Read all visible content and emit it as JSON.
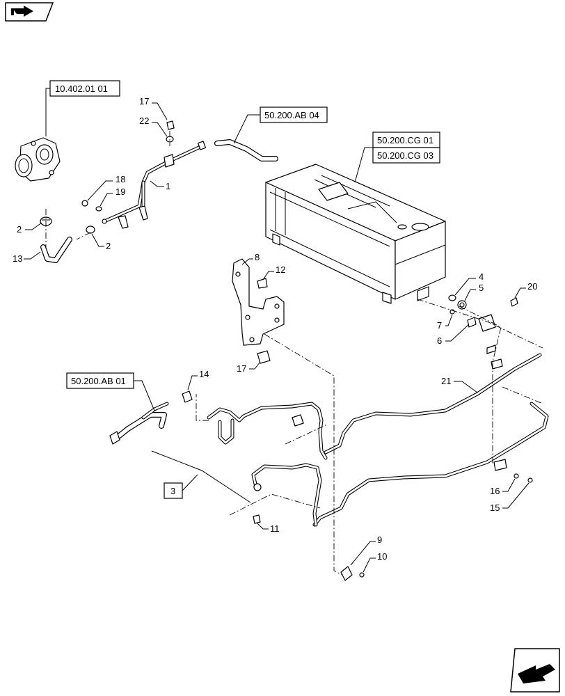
{
  "references": {
    "ref_10_402": "10.402.01 01",
    "ref_ab04": "50.200.AB 04",
    "ref_cg01": "50.200.CG 01",
    "ref_cg03": "50.200.CG 03",
    "ref_ab01": "50.200.AB 01",
    "ref_3": "3"
  },
  "callouts": {
    "c1": "1",
    "c2a": "2",
    "c2b": "2",
    "c4": "4",
    "c5": "5",
    "c6": "6",
    "c7": "7",
    "c8": "8",
    "c9": "9",
    "c10": "10",
    "c11": "11",
    "c12": "12",
    "c13": "13",
    "c14": "14",
    "c15": "15",
    "c16": "16",
    "c17a": "17",
    "c17b": "17",
    "c18": "18",
    "c19": "19",
    "c20": "20",
    "c21": "21",
    "c22": "22"
  },
  "icons": {
    "top_left": "book-arrow-icon",
    "bottom_right": "next-page-arrow-icon"
  }
}
